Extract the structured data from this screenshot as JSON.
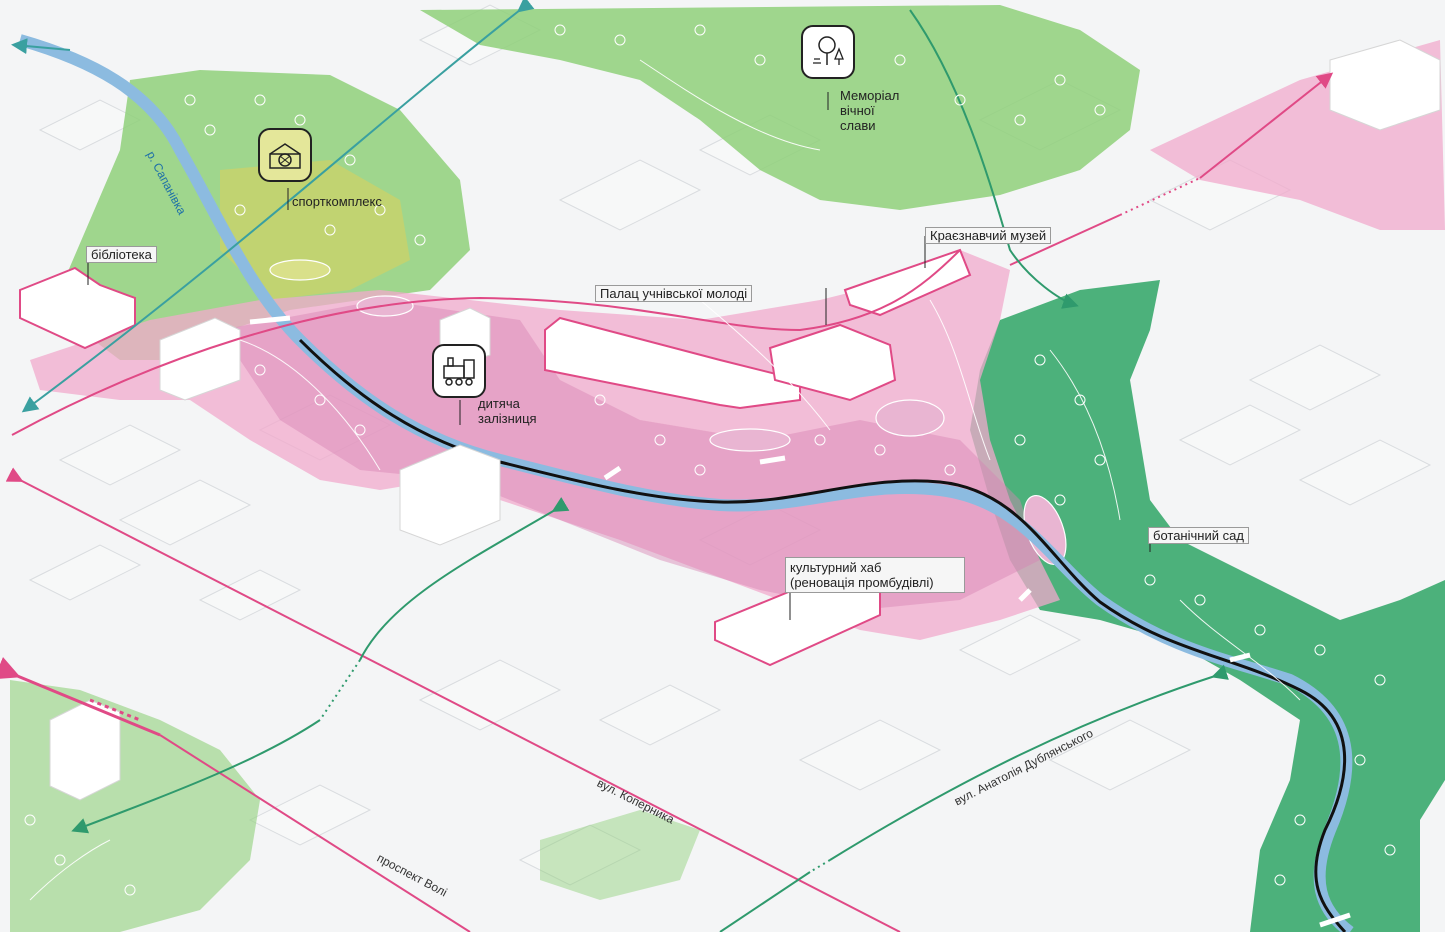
{
  "map": {
    "labels": {
      "library": "бібліотека",
      "sports": "спорткомплекс",
      "memorial": [
        "Меморіал",
        "вічної",
        "слави"
      ],
      "museum": "Краєзнавчий музей",
      "palace": "Палац учнівської молоді",
      "railway": [
        "дитяча",
        "залізниця"
      ],
      "botanic": "ботанічний сад",
      "hub": [
        "культурний хаб",
        "(реновація промбудівлі)"
      ]
    },
    "streets": {
      "river": "р. Сапанівка",
      "kopernyka": "вул. Коперника",
      "voli": "проспект Волі",
      "dublyanskoho": "вул. Анатолія Дублянського"
    },
    "icons": {
      "sports": "stadium-icon",
      "memorial": "park-tree-icon",
      "railway": "train-icon"
    },
    "colors": {
      "park_green": "#8fd07a",
      "forest_green": "#3aaa6e",
      "pink_zone": "#f1a9cc",
      "river_blue": "#8cbbe0",
      "route_black": "#111111",
      "pink_route": "#e04a86",
      "green_route": "#2f9a6d",
      "teal_route": "#3aa0a0",
      "sports_bg": "#e4e79a"
    }
  }
}
